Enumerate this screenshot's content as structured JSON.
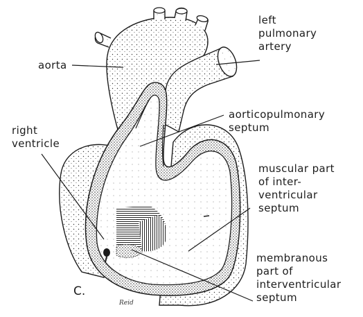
{
  "figure": {
    "panel_letter": "C.",
    "signature": "Reid",
    "ink_color": "#1c1c1c",
    "paper_color": "#ffffff"
  },
  "labels": {
    "aorta": "aorta",
    "left_pulmonary_artery": [
      "left",
      "pulmonary",
      "artery"
    ],
    "aorticopulmonary_septum": [
      "aorticopulmonary",
      "septum"
    ],
    "right_ventricle": [
      "right",
      "ventricle"
    ],
    "muscular_part": [
      "muscular part",
      "of inter-",
      "ventricular",
      "septum"
    ],
    "membranous_part": [
      "membranous",
      "part of",
      "interventricular",
      "septum"
    ]
  }
}
